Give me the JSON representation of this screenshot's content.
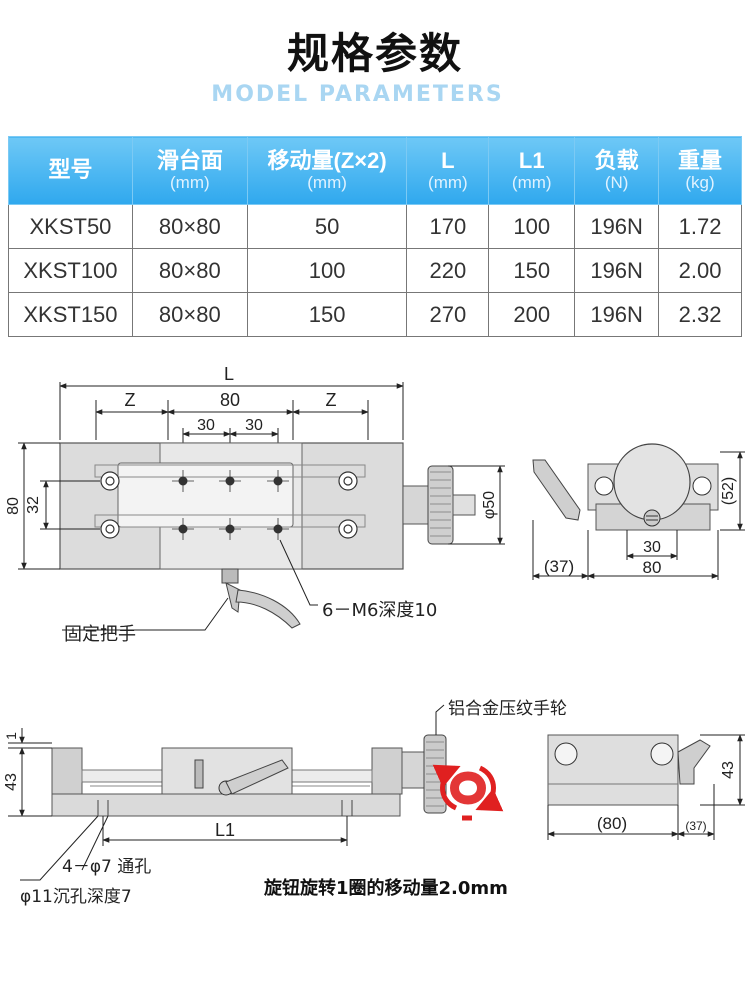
{
  "header": {
    "title_cn": "规格参数",
    "title_en": "MODEL PARAMETERS"
  },
  "table": {
    "columns": [
      {
        "label": "型号",
        "unit": ""
      },
      {
        "label": "滑台面",
        "unit": "(mm)"
      },
      {
        "label": "移动量(Z×2)",
        "unit": "(mm)"
      },
      {
        "label": "L",
        "unit": "(mm)"
      },
      {
        "label": "L1",
        "unit": "(mm)"
      },
      {
        "label": "负载",
        "unit": "(N)"
      },
      {
        "label": "重量",
        "unit": "(kg)"
      }
    ],
    "rows": [
      [
        "XKST50",
        "80×80",
        "50",
        "170",
        "100",
        "196N",
        "1.72"
      ],
      [
        "XKST100",
        "80×80",
        "100",
        "220",
        "150",
        "196N",
        "2.00"
      ],
      [
        "XKST150",
        "80×80",
        "150",
        "270",
        "200",
        "196N",
        "2.32"
      ]
    ]
  },
  "top_drawing": {
    "dim_L": "L",
    "dim_Z_left": "Z",
    "dim_80": "80",
    "dim_Z_right": "Z",
    "dim_30_left": "30",
    "dim_30_right": "30",
    "dim_80_height": "80",
    "dim_32": "32",
    "dim_phi50": "φ50",
    "hole_note": "6－M6深度10",
    "lock_handle_label": "固定把手"
  },
  "side_drawing": {
    "dim_52": "(52)",
    "dim_37": "(37)",
    "dim_30": "30",
    "dim_80": "80"
  },
  "front_drawing": {
    "handwheel_label": "铝合金压纹手轮",
    "dim_1": "1",
    "dim_43": "43",
    "dim_L1": "L1",
    "hole_note_1": "4－φ7 通孔",
    "hole_note_2": "φ11沉孔深度7",
    "rotation_note": "旋钮旋转1圈的移动量2.0mm"
  },
  "end_drawing": {
    "dim_80": "(80)",
    "dim_37": "(37)",
    "dim_43": "43"
  },
  "colors": {
    "header_blue": "#2fa8ee",
    "title_en": "#a9d6f2",
    "metal": "#d9d9d9",
    "rotation_red": "#e02020"
  }
}
